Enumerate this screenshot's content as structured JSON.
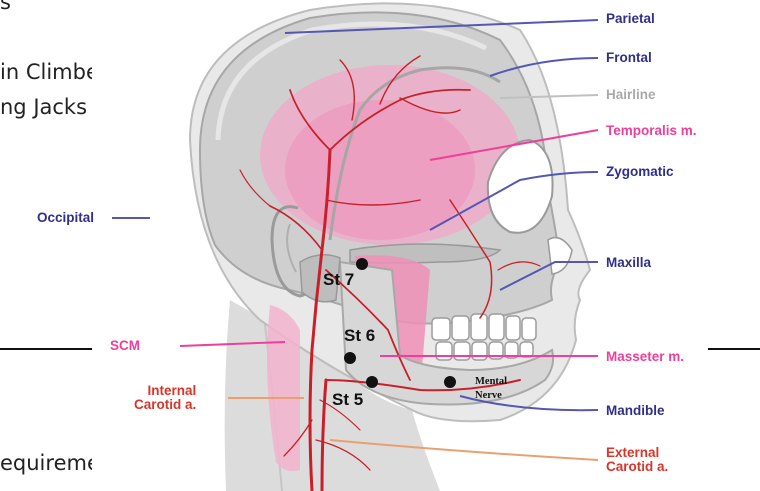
{
  "background_text": {
    "line1": "s",
    "line2": "in Climbers",
    "line3": "ng Jacks",
    "line4": "equirements"
  },
  "labels": {
    "parietal": "Parietal",
    "frontal": "Frontal",
    "hairline": "Hairline",
    "temporalis": "Temporalis m.",
    "zygomatic": "Zygomatic",
    "occipital": "Occipital",
    "maxilla": "Maxilla",
    "scm": "SCM",
    "masseter": "Masseter m.",
    "internal_carotid_line1": "Internal",
    "internal_carotid_line2": "Carotid a.",
    "mandible": "Mandible",
    "external_carotid_line1": "External",
    "external_carotid_line2": "Carotid a."
  },
  "points": {
    "st7": "St 7",
    "st6": "St 6",
    "st5": "St 5"
  },
  "mental_nerve": {
    "line1": "Mental",
    "line2": "Nerve"
  },
  "colors": {
    "blue": "#2f2f8c",
    "pink": "#ee3f9a",
    "gray": "#a9a9a9",
    "red": "#d8352a",
    "orange": "#e8a070",
    "artery": "#c8202a"
  }
}
